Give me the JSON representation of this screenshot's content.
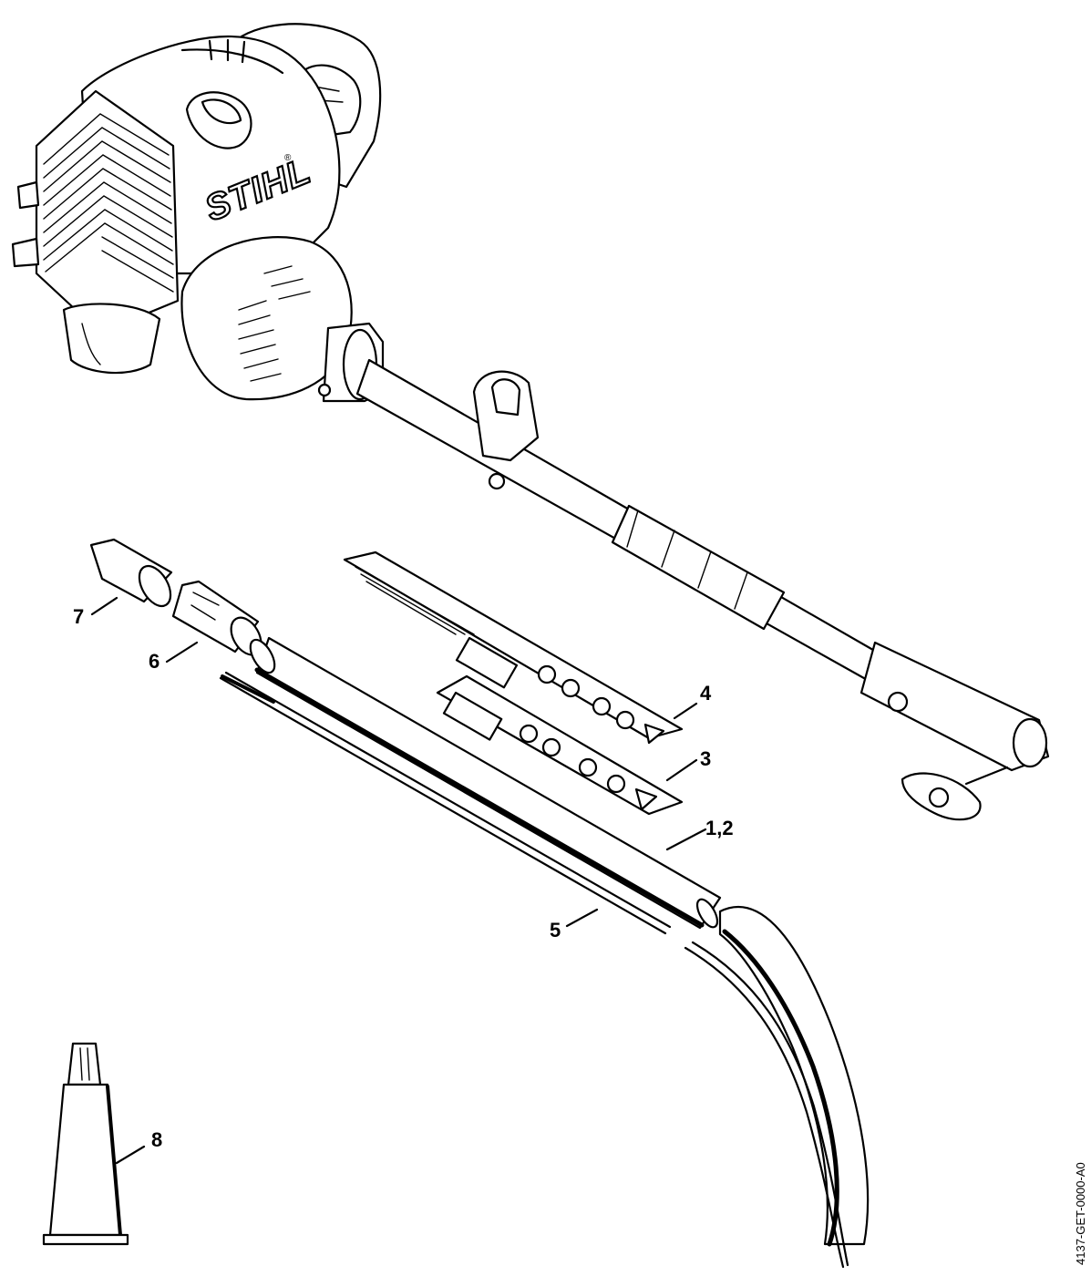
{
  "brand": {
    "logo_text": "STIHL",
    "registered_mark": "®"
  },
  "callouts": [
    {
      "id": "1-2",
      "label": "1,2"
    },
    {
      "id": "3",
      "label": "3"
    },
    {
      "id": "4",
      "label": "4"
    },
    {
      "id": "5",
      "label": "5"
    },
    {
      "id": "6",
      "label": "6"
    },
    {
      "id": "7",
      "label": "7"
    },
    {
      "id": "8",
      "label": "8"
    }
  ],
  "document_id": "4137-GET-0000-A0",
  "colors": {
    "line": "#000000",
    "background": "#ffffff"
  }
}
